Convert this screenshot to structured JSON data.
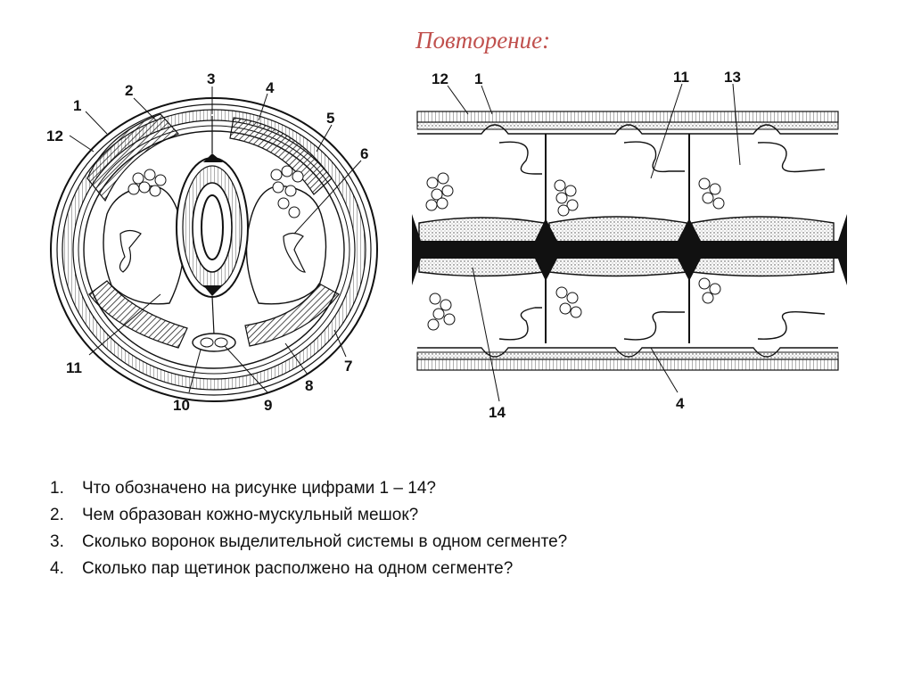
{
  "title": "Повторение:",
  "cross_section": {
    "labels": [
      "1",
      "2",
      "3",
      "4",
      "5",
      "6",
      "7",
      "8",
      "9",
      "10",
      "11",
      "12"
    ]
  },
  "longitudinal_section": {
    "labels": [
      "12",
      "1",
      "11",
      "13",
      "14",
      "4"
    ]
  },
  "questions": [
    {
      "num": "1.",
      "text": "Что обозначено на рисунке цифрами 1 – 14?"
    },
    {
      "num": "2.",
      "text": "Чем образован кожно-мускульный мешок?"
    },
    {
      "num": "3.",
      "text": "Сколько воронок выделительной системы в одном сегменте?"
    },
    {
      "num": "4.",
      "text": "Сколько пар щетинок располжено на одном сегменте?"
    }
  ],
  "colors": {
    "title": "#c0504d",
    "ink": "#111111"
  }
}
